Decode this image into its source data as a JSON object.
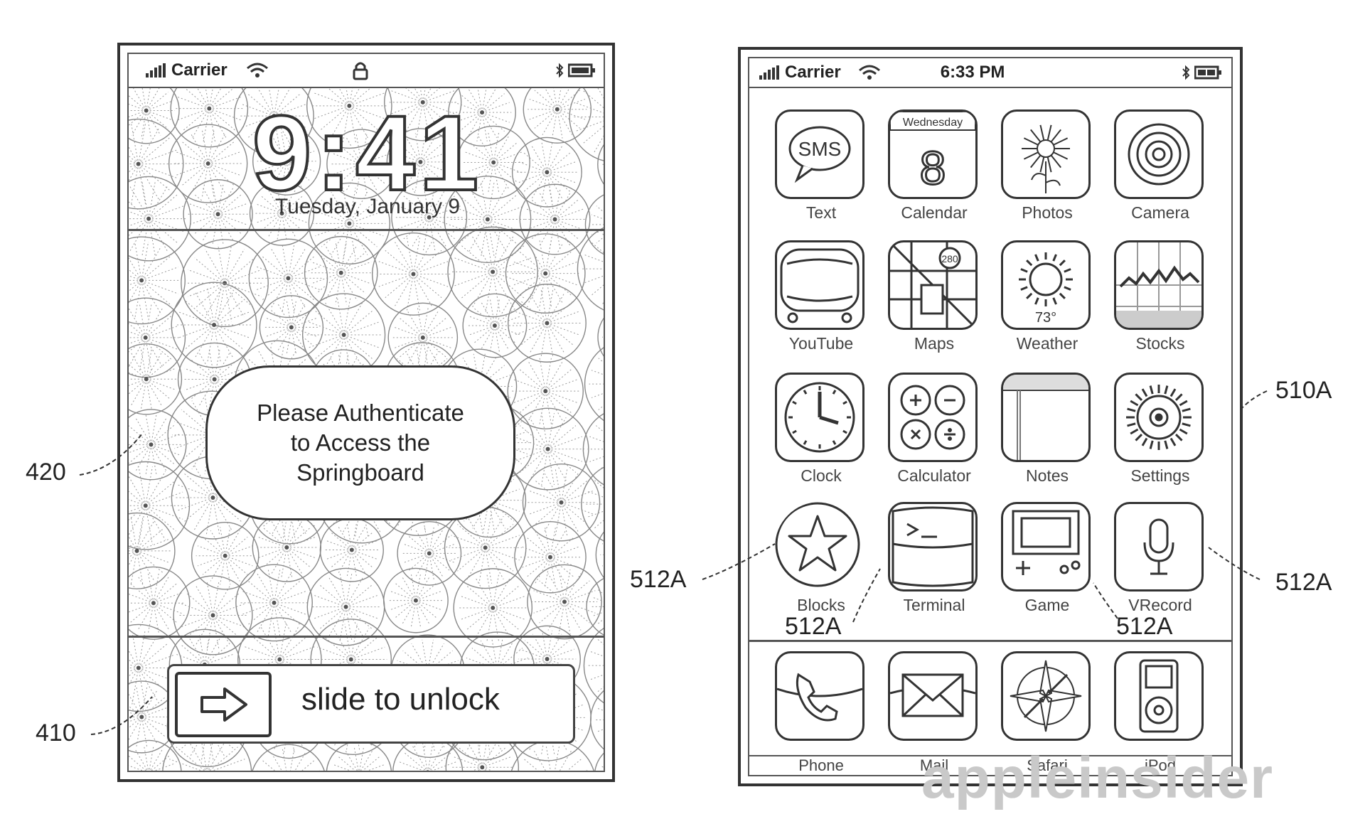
{
  "lock_screen": {
    "carrier": "Carrier",
    "time": "9:41",
    "date": "Tuesday, January 9",
    "auth_line1": "Please Authenticate",
    "auth_line2": "to Access the",
    "auth_line3": "Springboard",
    "slide_text": "slide to unlock"
  },
  "home_screen": {
    "carrier": "Carrier",
    "time": "6:33 PM",
    "calendar_day": "Wednesday",
    "calendar_date": "8",
    "sms_text": "SMS",
    "weather_temp": "73°",
    "apps": [
      {
        "label": "Text",
        "icon": "sms-icon"
      },
      {
        "label": "Calendar",
        "icon": "calendar-icon"
      },
      {
        "label": "Photos",
        "icon": "photos-icon"
      },
      {
        "label": "Camera",
        "icon": "camera-icon"
      },
      {
        "label": "YouTube",
        "icon": "youtube-icon"
      },
      {
        "label": "Maps",
        "icon": "maps-icon"
      },
      {
        "label": "Weather",
        "icon": "weather-icon"
      },
      {
        "label": "Stocks",
        "icon": "stocks-icon"
      },
      {
        "label": "Clock",
        "icon": "clock-icon"
      },
      {
        "label": "Calculator",
        "icon": "calculator-icon"
      },
      {
        "label": "Notes",
        "icon": "notes-icon"
      },
      {
        "label": "Settings",
        "icon": "settings-icon"
      },
      {
        "label": "Blocks",
        "icon": "star-icon"
      },
      {
        "label": "Terminal",
        "icon": "terminal-icon"
      },
      {
        "label": "Game",
        "icon": "game-icon"
      },
      {
        "label": "VRecord",
        "icon": "microphone-icon"
      }
    ],
    "dock": [
      {
        "label": "Phone",
        "icon": "phone-icon"
      },
      {
        "label": "Mail",
        "icon": "mail-icon"
      },
      {
        "label": "Safari",
        "icon": "compass-icon"
      },
      {
        "label": "iPod",
        "icon": "ipod-icon"
      }
    ]
  },
  "references": {
    "r420": "420",
    "r410": "410",
    "r510a": "510A",
    "r512a_left": "512A",
    "r512a_right": "512A",
    "r512a_bottom_left": "512A",
    "r512a_bottom_right": "512A"
  },
  "watermark": "appleinsider"
}
